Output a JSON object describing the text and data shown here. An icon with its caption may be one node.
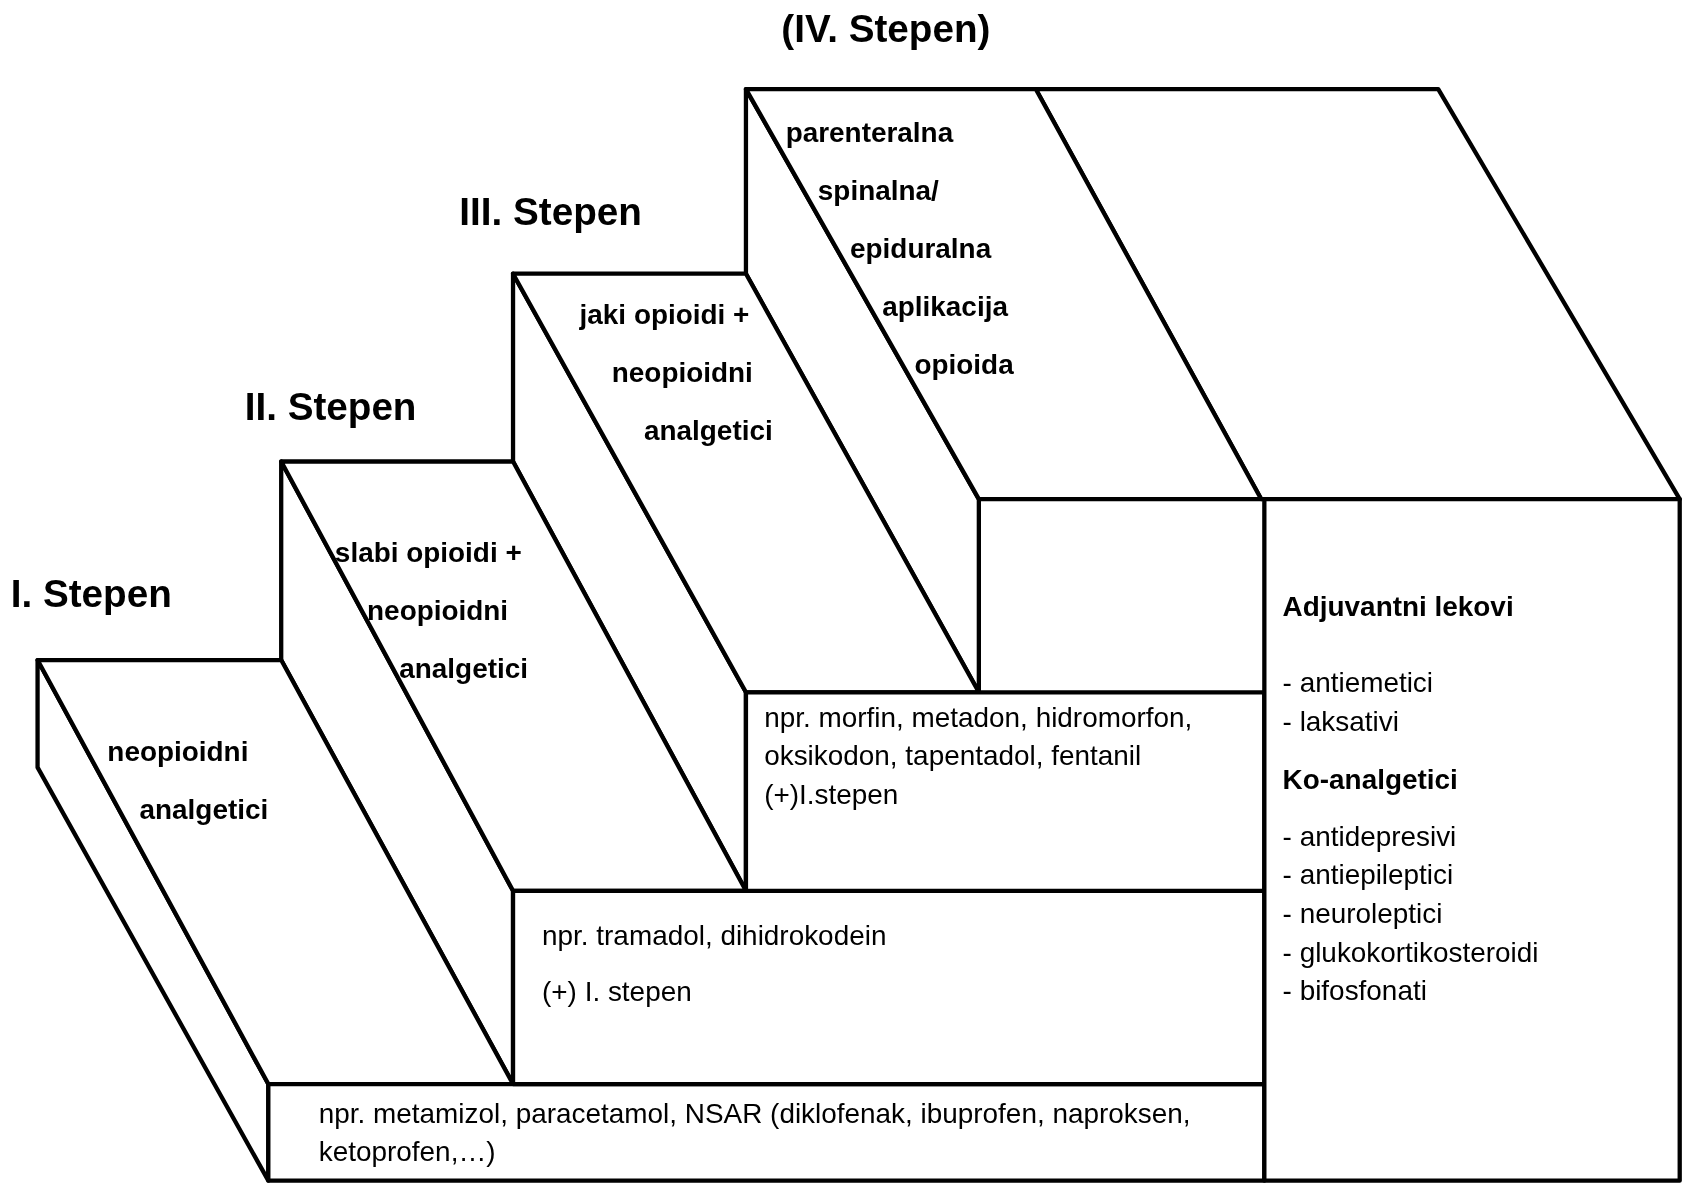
{
  "diagram": {
    "nodes": [
      {
        "text": [
          "I. Stepen",
          "neopioidni analgetici"
        ]
      },
      {
        "text": [
          "npr. metamizol, paracetamol, NSAR (diklofenak, ibuprofen, naproksen, ketoprofen,…)"
        ]
      },
      {
        "text": [
          "II. Stepen",
          "slabi opioidi + neopioidni analgetici"
        ]
      },
      {
        "text": [
          "npr. tramadol, dihidrokodein",
          "(+) I. stepen"
        ]
      },
      {
        "text": [
          "III. Stepen",
          "jaki opioidi + neopioidni analgetici"
        ]
      },
      {
        "text": [
          "npr. morfin, metadon, hidromorfon, oksikodon, tapentadol, fentanil (+)I.stepen"
        ]
      },
      {
        "text": [
          "(IV. Stepen)",
          "parenteralna spinalna/ epiduralna aplikacija opioida"
        ]
      },
      {
        "text": [
          "Adjuvantni lekovi",
          "- antiemetici",
          "- laksativi",
          "Ko-analgetici",
          "- antidepresivi",
          "- antiepileptici",
          "- neuroleptici",
          "- glukokortikosteroidi",
          "- bifosfonati"
        ]
      },
      {
        "text": [],
        "shape": "box"
      },
      {
        "text": [],
        "shape": "box"
      },
      {
        "text": [],
        "shape": "box"
      },
      {
        "text": [],
        "shape": "box"
      },
      {
        "text": [],
        "shape": "box"
      }
    ]
  }
}
